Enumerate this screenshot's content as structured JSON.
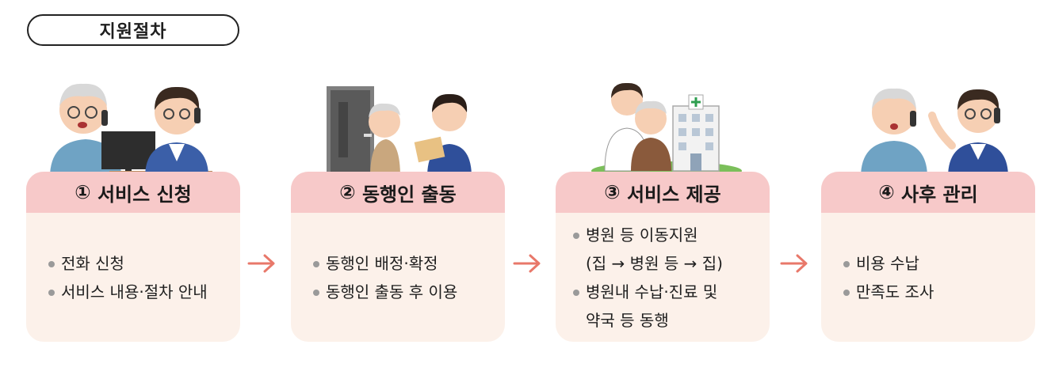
{
  "title": "지원절차",
  "steps": [
    {
      "number": "①",
      "name": "서비스 신청",
      "items": [
        "전화 신청",
        "서비스 내용·절차 안내"
      ]
    },
    {
      "number": "②",
      "name": "동행인 출동",
      "items": [
        "동행인 배정·확정",
        "동행인 출동 후 이용"
      ]
    },
    {
      "number": "③",
      "name": "서비스 제공",
      "items": [
        "병원 등 이동지원\n(집 → 병원 등 → 집)",
        "병원내 수납·진료 및\n약국 등 동행"
      ]
    },
    {
      "number": "④",
      "name": "사후 관리",
      "items": [
        "비용 수납",
        "만족도 조사"
      ]
    }
  ],
  "colors": {
    "header": "#f7c9c9",
    "card": "#fcf1ea",
    "arrow": "#e8786a"
  }
}
